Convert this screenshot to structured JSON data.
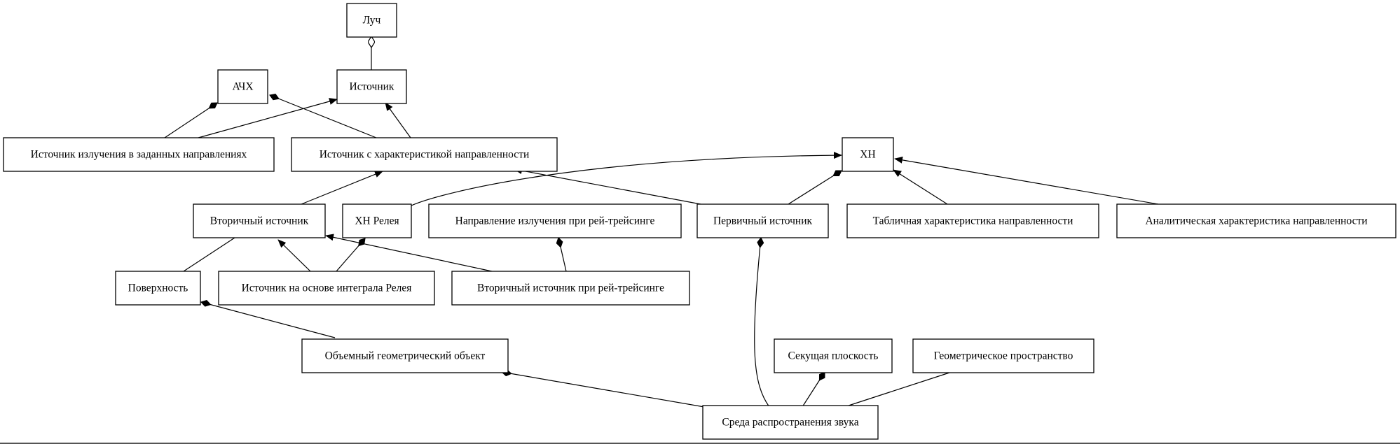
{
  "diagram": {
    "nodes": {
      "luch": "Луч",
      "achh": "АЧХ",
      "istochnik": "Источник",
      "ist_izl": "Источник излучения в заданных направлениях",
      "ist_hn": "Источник с характеристикой направленности",
      "hn": "ХН",
      "vtor": "Вторичный источник",
      "hn_releya": "ХН Релея",
      "napr": "Направление излучения при рей-трейсинге",
      "perv": "Первичный источник",
      "tabl": "Табличная характеристика направленности",
      "anal": "Аналитическая характеристика направленности",
      "poverh": "Поверхность",
      "ist_rel": "Источник на основе интеграла Релея",
      "vtor_ray": "Вторичный источник при рей-трейсинге",
      "obj": "Объемный геометрический объект",
      "sek": "Секущая плоскость",
      "geom": "Геометрическое пространство",
      "sreda": "Среда распространения звука"
    }
  }
}
